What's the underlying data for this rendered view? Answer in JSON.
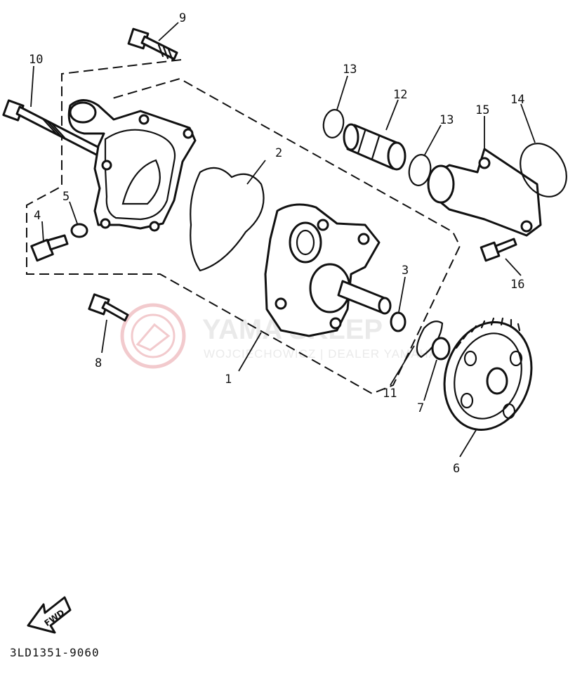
{
  "callouts": [
    {
      "id": "1",
      "label": "1"
    },
    {
      "id": "2",
      "label": "2"
    },
    {
      "id": "3",
      "label": "3"
    },
    {
      "id": "4",
      "label": "4"
    },
    {
      "id": "5",
      "label": "5"
    },
    {
      "id": "6",
      "label": "6"
    },
    {
      "id": "7",
      "label": "7"
    },
    {
      "id": "8",
      "label": "8"
    },
    {
      "id": "9",
      "label": "9"
    },
    {
      "id": "10",
      "label": "10"
    },
    {
      "id": "11",
      "label": "11"
    },
    {
      "id": "12",
      "label": "12"
    },
    {
      "id": "13a",
      "label": "13"
    },
    {
      "id": "13b",
      "label": "13"
    },
    {
      "id": "14",
      "label": "14"
    },
    {
      "id": "15",
      "label": "15"
    },
    {
      "id": "16",
      "label": "16"
    }
  ],
  "fwd_label": "FWD",
  "diagram_code": "3LD1351-9060",
  "watermark": {
    "title": "YAMA SKLEP",
    "subtitle": "WOJCIECHOWICZ | DEALER YAMAHA",
    "color": "#e8a0a5"
  }
}
